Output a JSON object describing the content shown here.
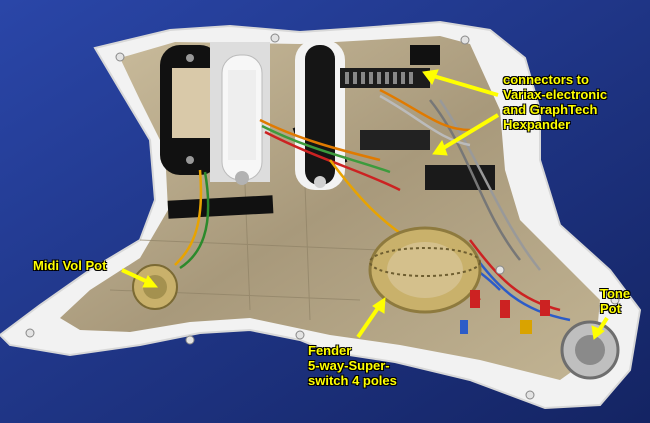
{
  "labels": {
    "connectors": "connectors to\nVariax-electronic\nand GraphTech\nHexpander",
    "midi_vol_pot": "Midi Vol Pot",
    "tone_pot": "Tone\nPot",
    "switch": "Fender\n5-way-Super-\nswitch 4 poles"
  },
  "colors": {
    "background": "#1b2f7a",
    "pickguard": "#f2f2f2",
    "shielding": "#b7a98c",
    "label": "#ffff00"
  }
}
